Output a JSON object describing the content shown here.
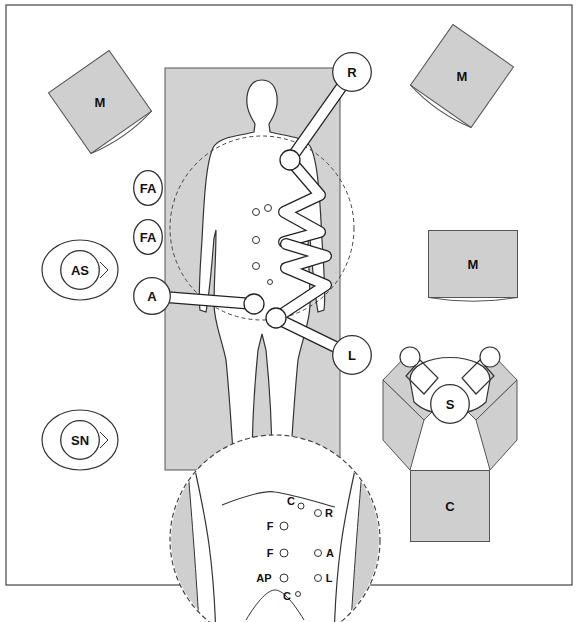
{
  "diagram": {
    "nodes": [
      {
        "text": [
          "M"
        ]
      },
      {
        "text": [
          "M"
        ]
      },
      {
        "text": [
          "R"
        ]
      },
      {
        "text": [
          "FA"
        ]
      },
      {
        "text": [
          "FA"
        ]
      },
      {
        "text": [
          "AS"
        ]
      },
      {
        "text": [
          "M"
        ]
      },
      {
        "text": [
          "A"
        ]
      },
      {
        "text": [
          "L"
        ]
      },
      {
        "text": [
          "SN"
        ]
      },
      {
        "text": [
          "S"
        ]
      },
      {
        "text": [
          "C"
        ]
      }
    ],
    "labels": [
      "C",
      "F",
      "R",
      "F",
      "A",
      "AP",
      "L",
      "C"
    ]
  }
}
